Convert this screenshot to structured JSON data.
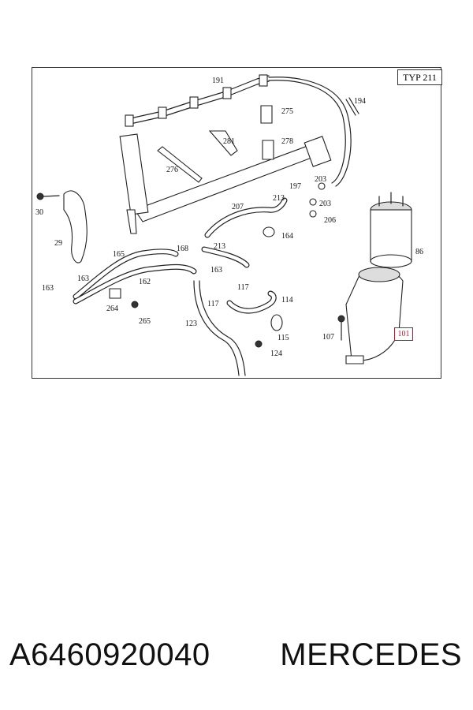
{
  "diagram": {
    "type_label": "TYP 211",
    "highlighted_part": "101",
    "callouts": {
      "p191": "191",
      "p194": "194",
      "p275": "275",
      "p281": "281",
      "p278": "278",
      "p276": "276",
      "p203a": "203",
      "p197": "197",
      "p203b": "203",
      "p213a": "213",
      "p206": "206",
      "p207": "207",
      "p30": "30",
      "p29": "29",
      "p164": "164",
      "p86": "86",
      "p165": "165",
      "p168": "168",
      "p213b": "213",
      "p163a": "163",
      "p163b": "163",
      "p162": "162",
      "p163c": "163",
      "p117a": "117",
      "p117b": "117",
      "p114": "114",
      "p264": "264",
      "p265": "265",
      "p123": "123",
      "p115": "115",
      "p107": "107",
      "p124": "124"
    }
  },
  "footer": {
    "part_number": "A6460920040",
    "brand": "MERCEDES"
  }
}
